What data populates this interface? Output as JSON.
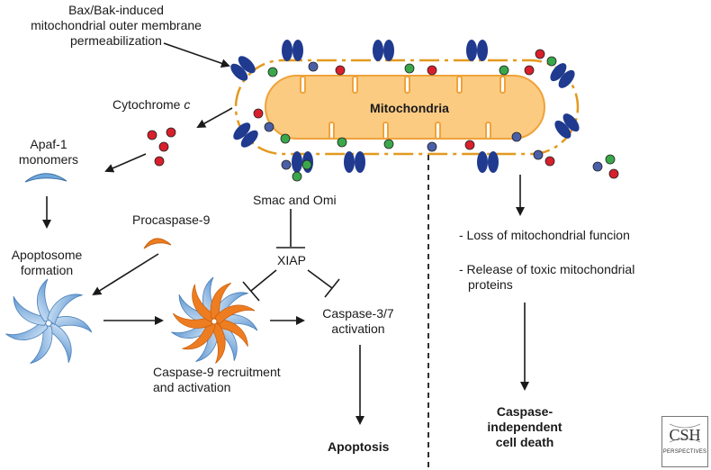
{
  "labels": {
    "bax_bak": "Bax/Bak-induced",
    "mitochondrial_outer": "mitochondrial outer membrane",
    "permeabilization": "permeabilization",
    "cytochrome": "Cytochrome",
    "cytochrome_c": "c",
    "apaf1": "Apaf-1",
    "monomers": "monomers",
    "procaspase9": "Procaspase-9",
    "apoptosome": "Apoptosome",
    "formation": "formation",
    "smac_omi": "Smac and Omi",
    "xiap": "XIAP",
    "caspase37": "Caspase-3/7",
    "activation": "activation",
    "casp9_recruit": "Caspase-9 recruitment",
    "and_activation": "and activation",
    "apoptosis": "Apoptosis",
    "mitochondria": "Mitochondria",
    "loss": "- Loss of mitochondrial funcion",
    "release1": "- Release of toxic mitochondrial",
    "release2": "proteins",
    "ci1": "Caspase-",
    "ci2": "independent",
    "ci3": "cell death"
  },
  "logo": {
    "title": "CSH",
    "subtitle": "PERSPECTIVES"
  },
  "colors": {
    "mito_fill": "#FBCB82",
    "mito_stroke": "#F0A23A",
    "membrane_dash": "#E29A1F",
    "bax": "#1F3A8F",
    "cytc_red": "#D8202C",
    "smac_green": "#3AA84A",
    "omi_blue": "#4B5FA8",
    "apaf_blue": "#6FA8DC",
    "casp_orange": "#EE7D21"
  }
}
